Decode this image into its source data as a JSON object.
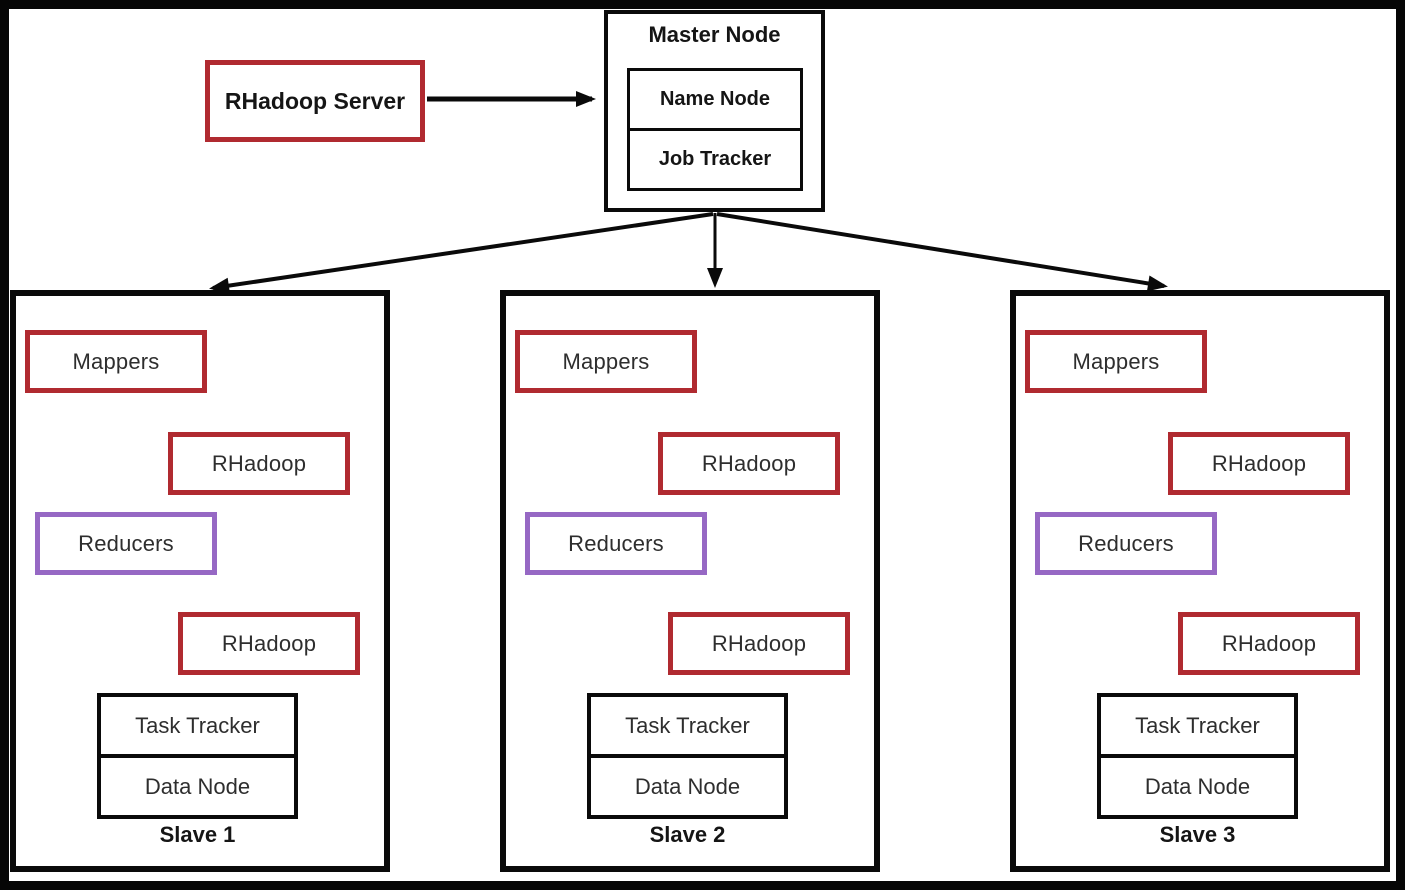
{
  "colors": {
    "box_red": "#b02a30",
    "box_purple": "#9668c4",
    "line_black": "#0a0a0a"
  },
  "server": {
    "label": "RHadoop Server"
  },
  "master": {
    "title": "Master Node",
    "name_node": "Name Node",
    "job_tracker": "Job Tracker"
  },
  "slaves": [
    {
      "label": "Slave 1",
      "mappers": "Mappers",
      "rhadoop_map": "RHadoop",
      "reducers": "Reducers",
      "rhadoop_reduce": "RHadoop",
      "task_tracker": "Task Tracker",
      "data_node": "Data Node"
    },
    {
      "label": "Slave 2",
      "mappers": "Mappers",
      "rhadoop_map": "RHadoop",
      "reducers": "Reducers",
      "rhadoop_reduce": "RHadoop",
      "task_tracker": "Task Tracker",
      "data_node": "Data Node"
    },
    {
      "label": "Slave 3",
      "mappers": "Mappers",
      "rhadoop_map": "RHadoop",
      "reducers": "Reducers",
      "rhadoop_reduce": "RHadoop",
      "task_tracker": "Task Tracker",
      "data_node": "Data Node"
    }
  ]
}
